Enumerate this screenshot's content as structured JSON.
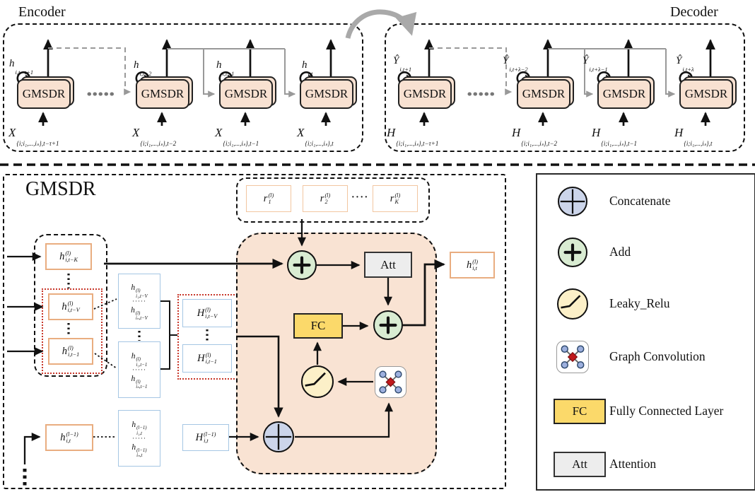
{
  "figure": {
    "encoder": {
      "title": "Encoder",
      "block_label": "GMSDR",
      "tops": [
        {
          "base": "h",
          "sup": "",
          "sub": "i,t−τ+1"
        },
        {
          "base": "h",
          "sup": "",
          "sub": "i,t−2"
        },
        {
          "base": "h",
          "sup": "",
          "sub": "i,t−1"
        },
        {
          "base": "h",
          "sup": "",
          "sub": "i,t"
        }
      ],
      "bottoms": [
        {
          "base": "X",
          "sup": "",
          "sub": "{i;i₁,...,iₛ},t−τ+1"
        },
        {
          "base": "X",
          "sup": "",
          "sub": "{i;i₁,...,iₛ},t−2"
        },
        {
          "base": "X",
          "sup": "",
          "sub": "{i;i₁,...,iₛ},t−1"
        },
        {
          "base": "X",
          "sup": "",
          "sub": "{i;i₁,...,iₛ},t"
        }
      ]
    },
    "decoder": {
      "title": "Decoder",
      "block_label": "GMSDR",
      "tops": [
        {
          "base": "Ŷ",
          "sup": "",
          "sub": "i,t+1"
        },
        {
          "base": "Ŷ",
          "sup": "",
          "sub": "i,t+λ−2"
        },
        {
          "base": "Ŷ",
          "sup": "",
          "sub": "i,t+λ−1"
        },
        {
          "base": "Ŷ",
          "sup": "",
          "sub": "i,t+λ"
        }
      ],
      "bottoms": [
        {
          "base": "H",
          "sup": "",
          "sub": "{i;i₁,...,iₛ},t−τ+1"
        },
        {
          "base": "H",
          "sup": "",
          "sub": "{i;i₁,...,iₛ},t−2"
        },
        {
          "base": "H",
          "sup": "",
          "sub": "{i;i₁,...,iₛ},t−1"
        },
        {
          "base": "H",
          "sup": "",
          "sub": "{i;i₁,...,iₛ},t"
        }
      ]
    },
    "gmsdr": {
      "title": "GMSDR",
      "r": {
        "r1": {
          "base": "r",
          "sup": "(l)",
          "sub": "1"
        },
        "r2": {
          "base": "r",
          "sup": "(l)",
          "sub": "2"
        },
        "rk": {
          "base": "r",
          "sup": "(l)",
          "sub": "K"
        },
        "dots": "····"
      },
      "mem": {
        "h_k": {
          "base": "h",
          "sup": "(l)",
          "sub": "i,t−K"
        },
        "h_v": {
          "base": "h",
          "sup": "(l)",
          "sub": "i,t−V"
        },
        "h_1": {
          "base": "h",
          "sup": "(l)",
          "sub": "i,t−1"
        }
      },
      "nbr_v": {
        "top": {
          "base": "h",
          "sup": "(l)",
          "sub": "i₁,t−V"
        },
        "dots": "·····",
        "bot": {
          "base": "h",
          "sup": "(l)",
          "sub": "iₙ,t−V"
        }
      },
      "nbr_1": {
        "top": {
          "base": "h",
          "sup": "(l)",
          "sub": "i₁,t−1"
        },
        "dots": "·····",
        "bot": {
          "base": "h",
          "sup": "(l)",
          "sub": "iₙ,t−1"
        }
      },
      "agg": {
        "H_v": {
          "base": "H",
          "sup": "(l)",
          "sub": "i,t−V"
        },
        "H_1": {
          "base": "H",
          "sup": "(l)",
          "sub": "i,t−1"
        }
      },
      "prev": {
        "h": {
          "base": "h",
          "sup": "(l−1)",
          "sub": "i,t"
        },
        "nbr": {
          "top": {
            "base": "h",
            "sup": "(l−1)",
            "sub": "i₁,t"
          },
          "dots": "·····",
          "bot": {
            "base": "h",
            "sup": "(l−1)",
            "sub": "iₙ,t"
          }
        },
        "H": {
          "base": "H",
          "sup": "(l−1)",
          "sub": "i,t"
        }
      },
      "att_label": "Att",
      "fc_label": "FC",
      "output": {
        "base": "h",
        "sup": "(l)",
        "sub": "i,t"
      }
    },
    "legend": {
      "items": [
        {
          "icon": "concatenate-icon",
          "label": "Concatenate"
        },
        {
          "icon": "add-icon",
          "label": "Add"
        },
        {
          "icon": "leaky-relu-icon",
          "label": "Leaky_Relu"
        },
        {
          "icon": "graph-convolution-icon",
          "label": "Graph Convolution"
        },
        {
          "icon": "fc-icon",
          "icon_text": "FC",
          "label": "Fully Connected Layer"
        },
        {
          "icon": "att-icon",
          "icon_text": "Att",
          "label": "Attention"
        }
      ]
    },
    "colors": {
      "block_fill": "#f8e1d1",
      "panel_fill": "#f9e3d3",
      "orange_border": "#e9ad80",
      "blue_border": "#a5c6e4",
      "red_dotted": "#c8372a",
      "add_fill": "#d9ecd2",
      "concat_fill": "#ccd5ea",
      "leaky_fill": "#fcf0c8",
      "fc_fill": "#fbd96a",
      "att_fill": "#ededed",
      "gray_line": "#999999"
    }
  }
}
